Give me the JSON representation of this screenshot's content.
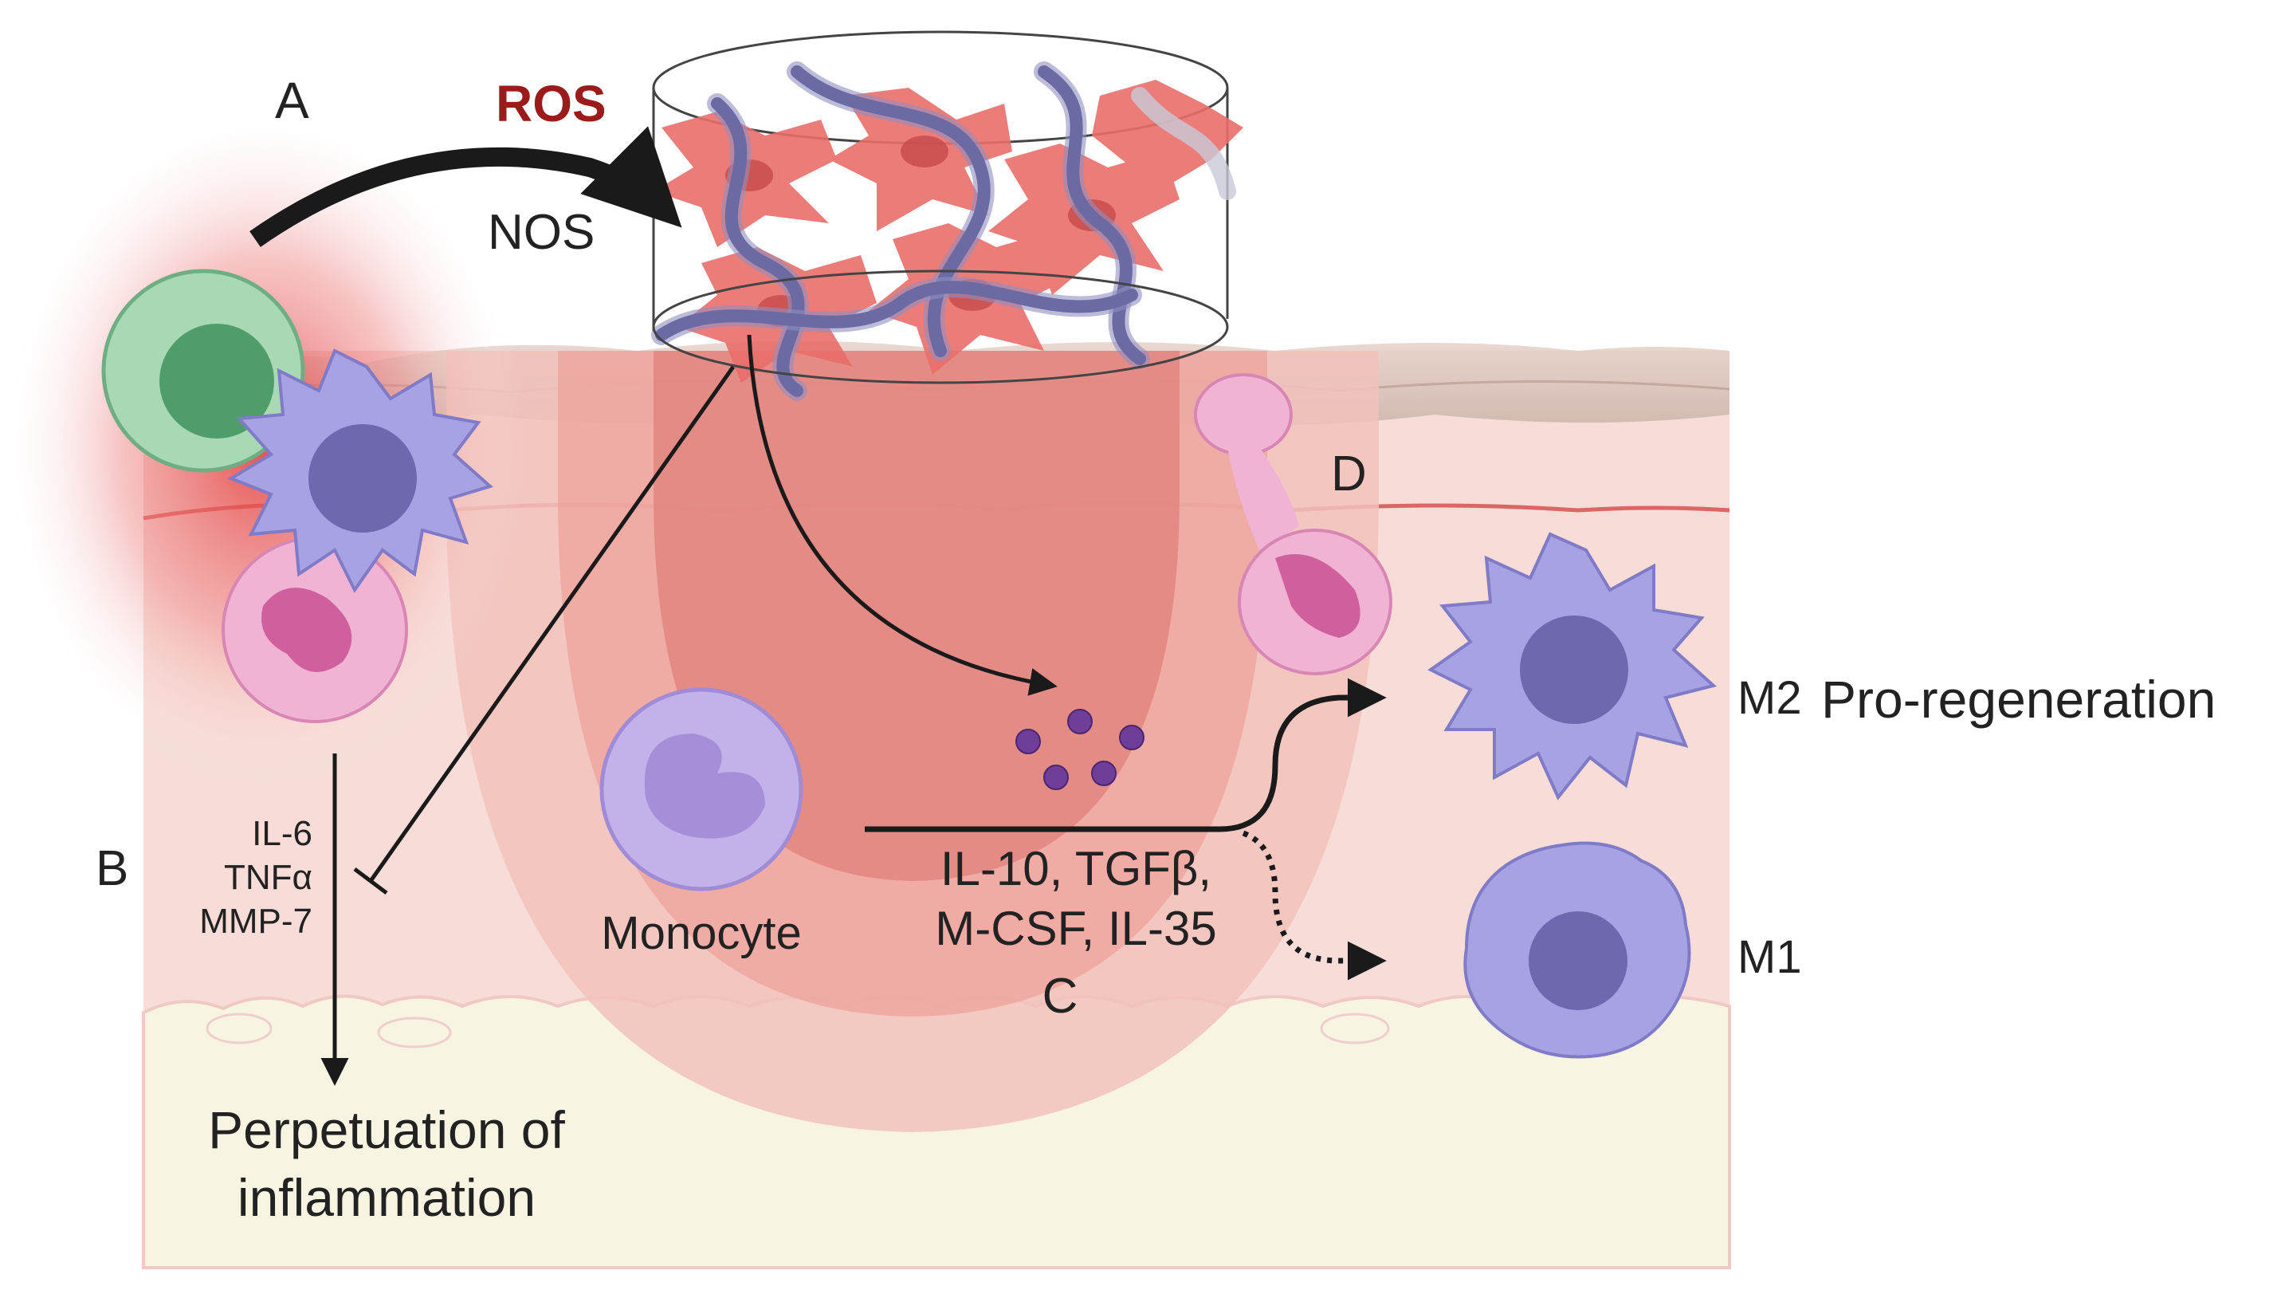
{
  "labels": {
    "panel_a": "A",
    "panel_b": "B",
    "panel_c": "C",
    "panel_d": "D",
    "ros": "ROS",
    "nos": "NOS",
    "cytokines_b": [
      "IL-6",
      "TNFα",
      "MMP-7"
    ],
    "perpetuation_line1": "Perpetuation of",
    "perpetuation_line2": "inflammation",
    "monocyte": "Monocyte",
    "cytokines_c_line1": "IL-10, TGFβ,",
    "cytokines_c_line2": "M-CSF, IL-35",
    "m2": "M2",
    "pro_regeneration": "Pro-regeneration",
    "m1": "M1"
  },
  "colors": {
    "ros_text": "#9b1b1b",
    "skin_top": "#c9b4ab",
    "dermis": "#f6dcd8",
    "fat_layer": "#f8f4e2",
    "wound_outer": "#f2c2bc",
    "wound_mid": "#ec9f98",
    "wound_inner": "#e07d77",
    "macrophage": "#a7a2e3",
    "macrophage_nucleus": "#6d68b0",
    "monocyte": "#c3b2ea",
    "neutrophil": "#f1b3d4",
    "neutrophil_nucleus": "#cf5f9d",
    "t_cell_outer": "#a9d9b4",
    "t_cell_inner": "#4f9d6a",
    "vesicles": "#6f3e99",
    "scaffold_fiber": "#6b6aa3",
    "scaffold_cells": "#e96e6a",
    "arrow": "#1a1a1a"
  }
}
